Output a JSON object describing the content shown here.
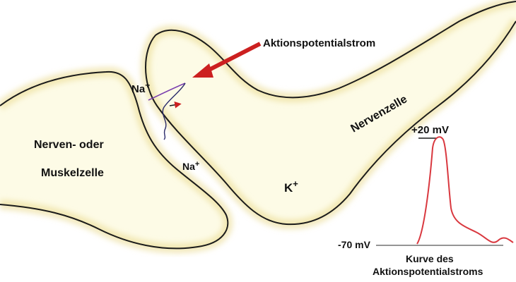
{
  "labels": {
    "current_name": "Aktionspotentialstrom",
    "neuron": "Nervenzelle",
    "target_cell": "Nerven- oder",
    "target_cell_2": "Muskelzelle",
    "sodium_top": "Na",
    "sodium_mid": "Na",
    "potassium": "K",
    "plus": "+",
    "peak_voltage": "+20 mV",
    "rest_voltage": "-70 mV",
    "curve_caption_1": "Kurve des",
    "curve_caption_2": "Aktionspotentialstroms"
  },
  "colors": {
    "cell_fill": "#fdfbe6",
    "cell_shade": "#ead88a",
    "outline": "#1a1a1a",
    "arrow": "#cc2020",
    "curve": "#d9383f",
    "ion_path": "#7a3fae"
  }
}
